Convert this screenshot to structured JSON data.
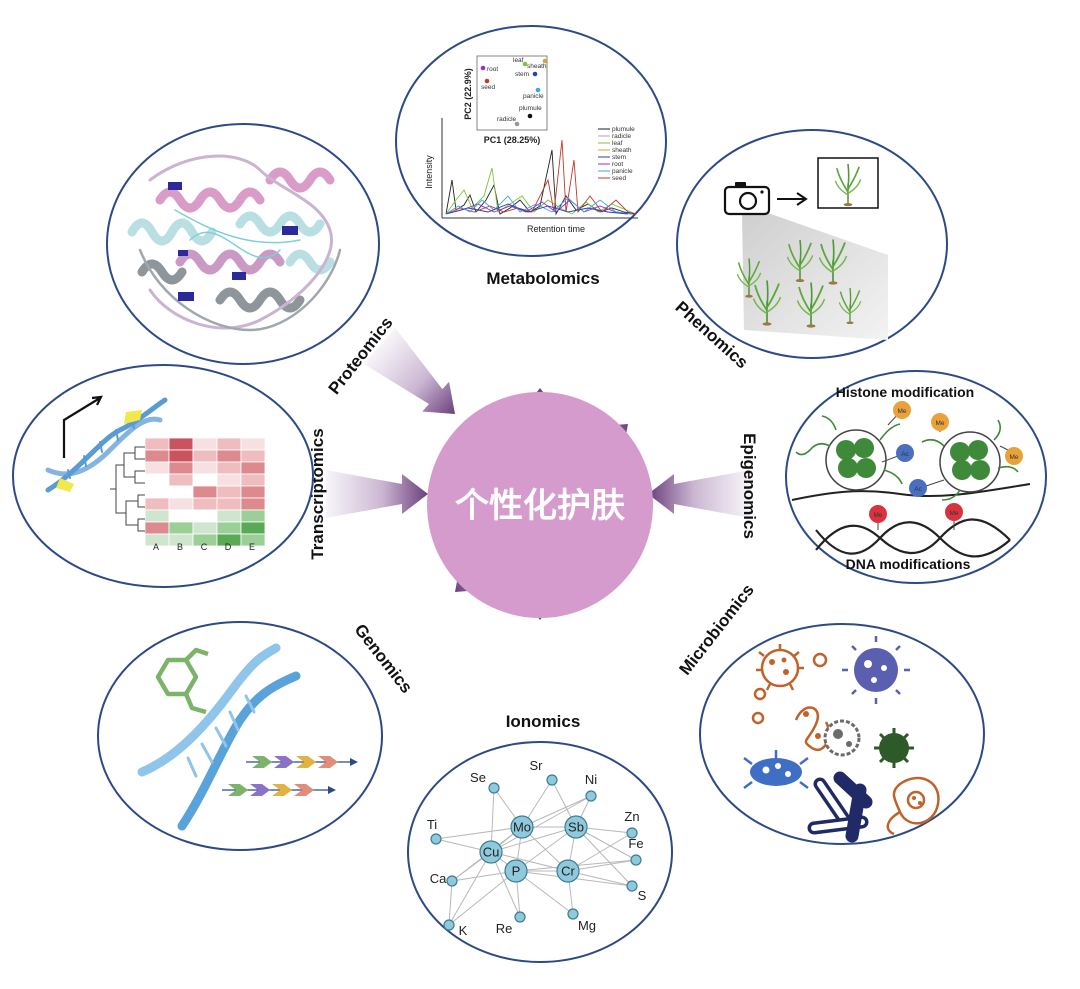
{
  "center": {
    "title": "个性化护肤",
    "color": "#d59bcd"
  },
  "colors": {
    "ring": "#2c4a86",
    "arrow_light": "#f4f2f6",
    "arrow_dark": "#6a3f7c"
  },
  "omics": {
    "metabolomics": "Metabolomics",
    "phenomics": "Phenomics",
    "epigenomics": "Epigenomics",
    "microbiomics": "Microbiomics",
    "ionomics": "Ionomics",
    "genomics": "Genomics",
    "transcriptomics": "Transcriptomics",
    "proteomics": "Proteomics"
  },
  "metabolomics_panel": {
    "pc1": "PC1 (28.25%)",
    "pc2": "PC2 (22.9%)",
    "groups": [
      "root",
      "seed",
      "leaf",
      "sheath",
      "stem",
      "panicle",
      "plumule",
      "radicle"
    ],
    "legend": [
      "plumule",
      "radicle",
      "leaf",
      "sheath",
      "stem",
      "root",
      "panicle",
      "seed"
    ],
    "y_axis": "Intensity",
    "x_axis": "Retention time"
  },
  "epigenomics_panel": {
    "histone_title": "Histone modification",
    "dna_title": "DNA modifications",
    "me": "Me",
    "ac": "Ac"
  },
  "transcriptomics_panel": {
    "columns": [
      "A",
      "B",
      "C",
      "D",
      "E"
    ]
  },
  "ionomics_panel": {
    "nodes": [
      "Se",
      "Sr",
      "Ni",
      "Ti",
      "Mo",
      "Sb",
      "Zn",
      "Cu",
      "Fe",
      "P",
      "Cr",
      "Ca",
      "S",
      "Re",
      "Mg",
      "K"
    ]
  }
}
